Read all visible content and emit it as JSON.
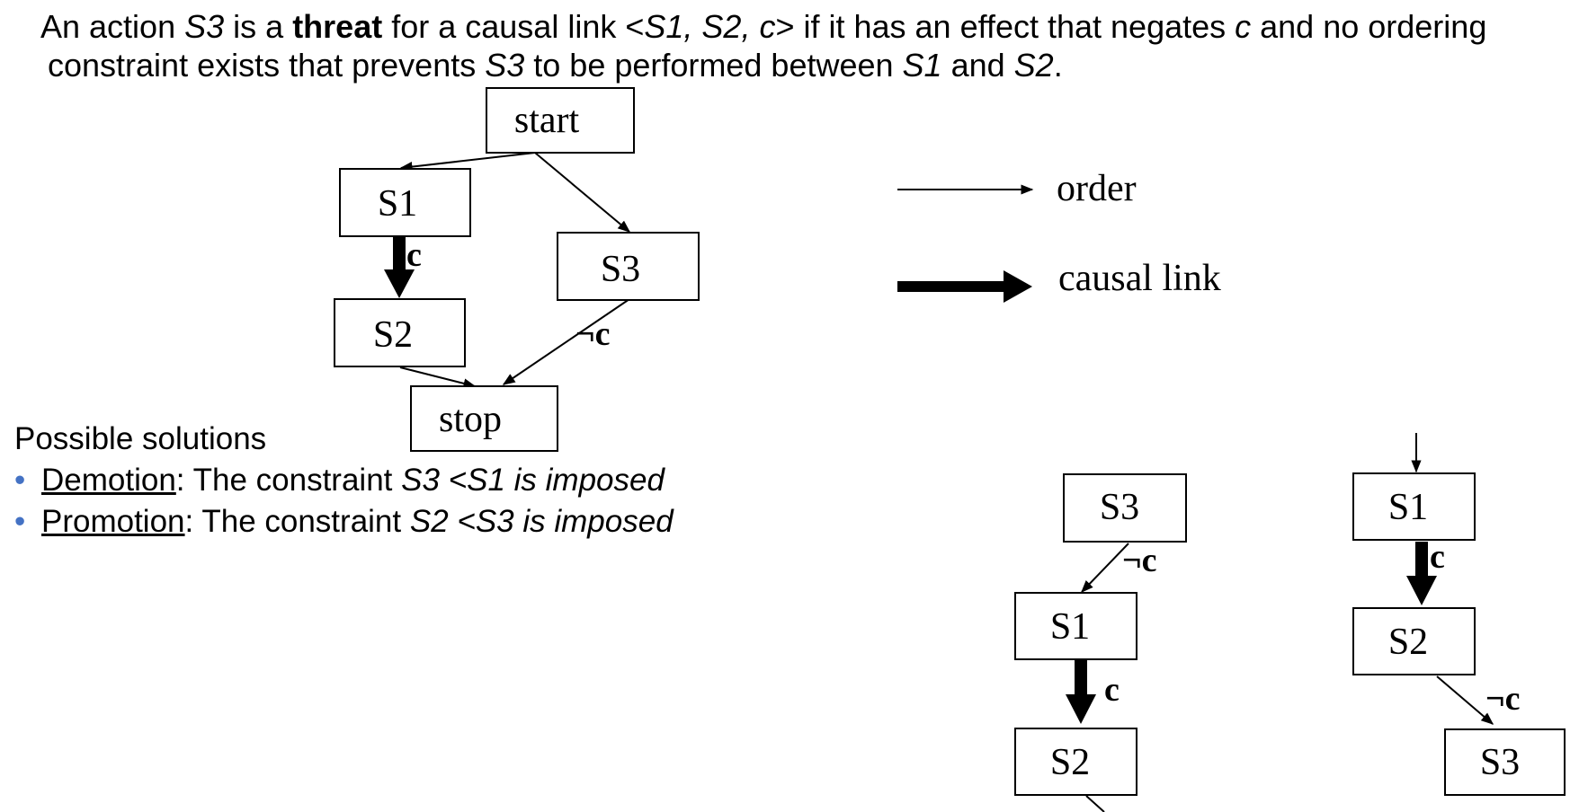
{
  "intro": {
    "prefix": "An action ",
    "s3": "S3",
    "is_a": " is a ",
    "threat": "threat",
    "for_link": " for a causal link <",
    "link_args": "S1, S2, c",
    "after_link": "> if it has an effect that negates ",
    "c": "c",
    "rest1": " and no ordering",
    "line2_a": "constraint exists that prevents ",
    "line2_s3": "S3",
    "line2_b": " to be performed between ",
    "line2_s1": "S1",
    "line2_and": " and ",
    "line2_s2": "S2",
    "line2_end": "."
  },
  "main_graph": {
    "start": "start",
    "s1": "S1",
    "s2": "S2",
    "s3": "S3",
    "stop": "stop",
    "causal_label": "c",
    "threat_label": "¬c"
  },
  "legend": {
    "order": "order",
    "causal_link": "causal link"
  },
  "solutions": {
    "heading": "Possible solutions",
    "bullet": "•",
    "demotion_term": "Demotion",
    "demotion_text": ": The constraint ",
    "demotion_expr": "S3 <S1 is imposed",
    "promotion_term": "Promotion",
    "promotion_text": ": The constraint ",
    "promotion_expr": "S2 <S3 is imposed"
  },
  "demotion_graph": {
    "s3": "S3",
    "s1": "S1",
    "s2": "S2",
    "threat_label": "¬c",
    "causal_label": "c"
  },
  "promotion_graph": {
    "s1": "S1",
    "s2": "S2",
    "s3": "S3",
    "causal_label": "c",
    "threat_label": "¬c"
  }
}
